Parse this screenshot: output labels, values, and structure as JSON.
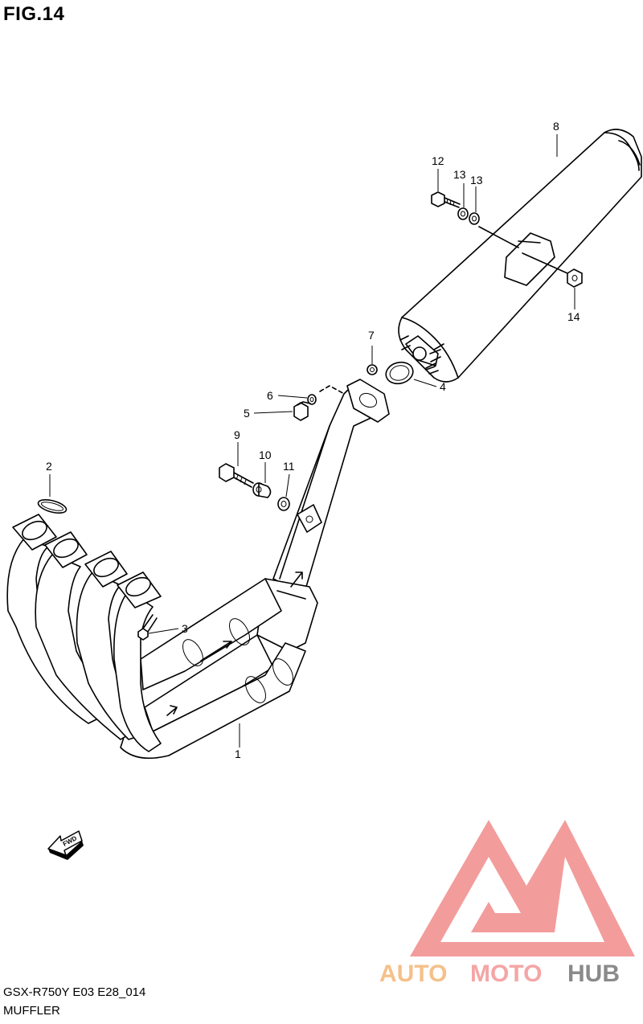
{
  "figure": {
    "title": "FIG.14"
  },
  "footer": {
    "model_code": "GSX-R750Y  E03 E28_014",
    "section_name": "MUFFLER"
  },
  "callouts": {
    "p1": "1",
    "p2": "2",
    "p3": "3",
    "p4": "4",
    "p5": "5",
    "p6": "6",
    "p7": "7",
    "p8": "8",
    "p9": "9",
    "p10": "10",
    "p11": "11",
    "p12": "12",
    "p13a": "13",
    "p13b": "13",
    "p14": "14"
  },
  "direction_marker": {
    "label": "FWD",
    "icon": "fwd-arrow-icon"
  },
  "watermark": {
    "brand_text": "AUTOMOTOHUB",
    "colors": {
      "logo_red": "#f28b8b",
      "orange": "#f5c08a",
      "pink": "#f5a5a5",
      "grey": "#8a8a8a"
    }
  }
}
